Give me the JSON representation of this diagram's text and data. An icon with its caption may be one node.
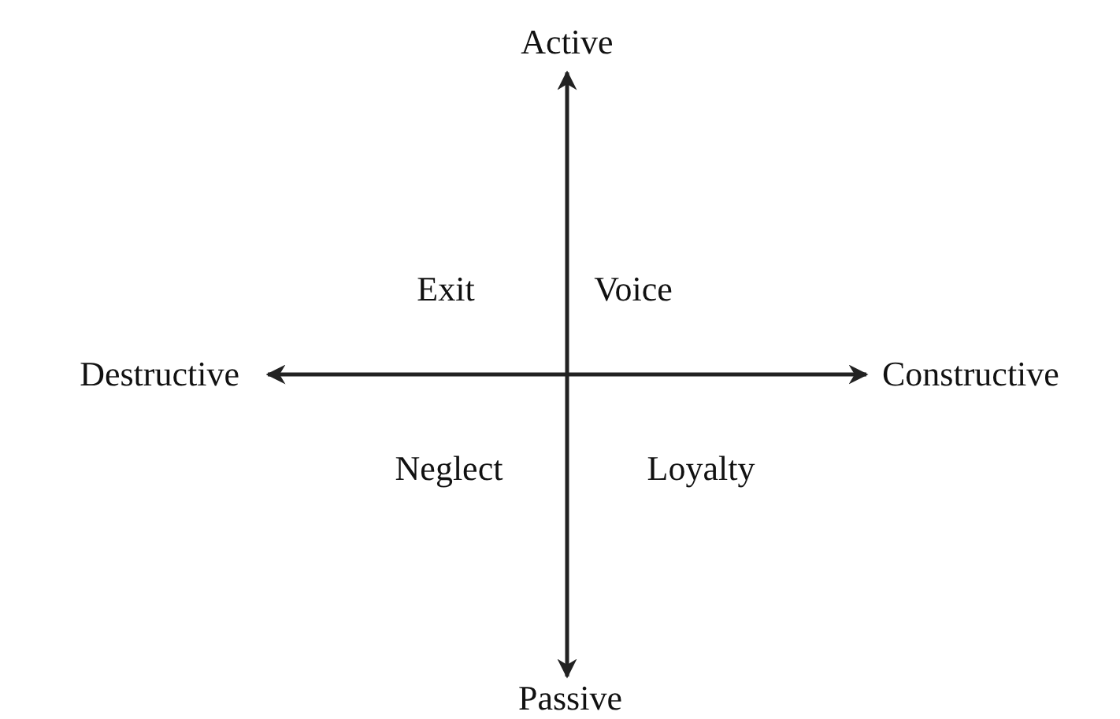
{
  "diagram": {
    "labels": [
      "Active",
      "Exit",
      "Voice",
      "Destructive",
      "Constructive",
      "Neglect",
      "Loyalty",
      "Passive"
    ]
  }
}
